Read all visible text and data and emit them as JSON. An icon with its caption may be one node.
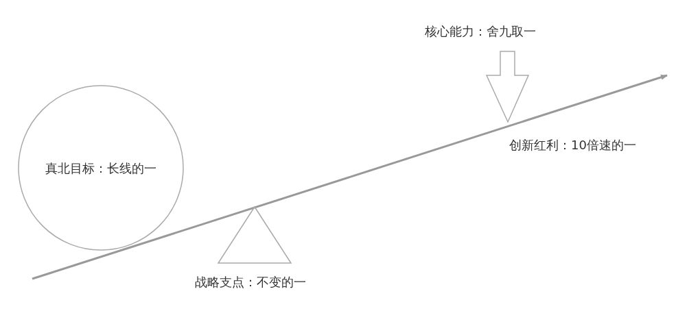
{
  "diagram": {
    "nodes": [
      {
        "text": [
          "真北目标：长线的一"
        ]
      },
      {
        "text": [
          "战略支点：不变的一"
        ]
      },
      {
        "text": [
          "核心能力：舍九取一"
        ]
      }
    ],
    "edges": [],
    "labels": [
      "创新红利：10倍速的一"
    ]
  }
}
